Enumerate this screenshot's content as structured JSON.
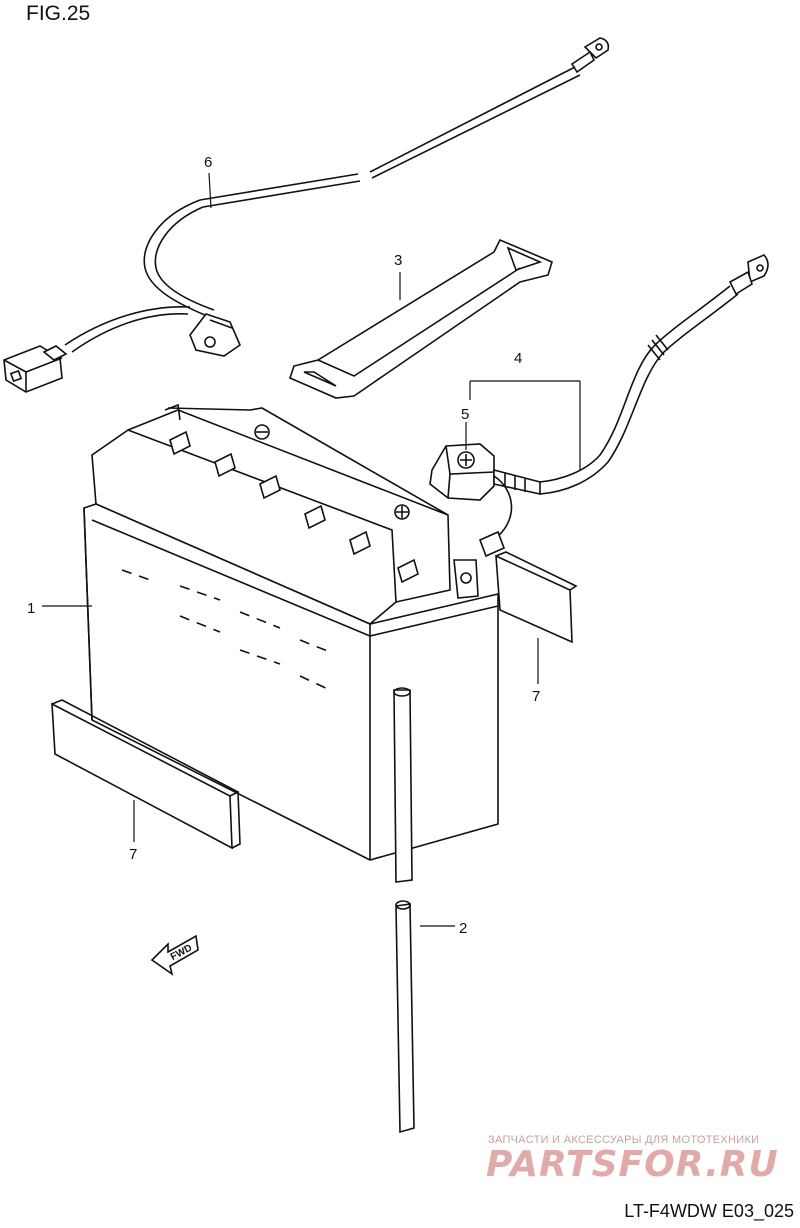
{
  "figure_title": "FIG.25",
  "drawing_code": "LT-F4WDW E03_025",
  "fwd_label": "FWD",
  "watermark": {
    "subtitle": "ЗАПЧАСТИ И АКСЕССУАРЫ ДЛЯ МОТОТЕХНИКИ",
    "brand": "PARTSFOR.RU"
  },
  "callouts": {
    "battery": "1",
    "breather_hose": "2",
    "battery_band": "3",
    "minus_lead_assy": "4",
    "terminal_cover": "5",
    "starter_motor_lead": "6",
    "cushion_side": "7",
    "cushion_front": "7"
  }
}
